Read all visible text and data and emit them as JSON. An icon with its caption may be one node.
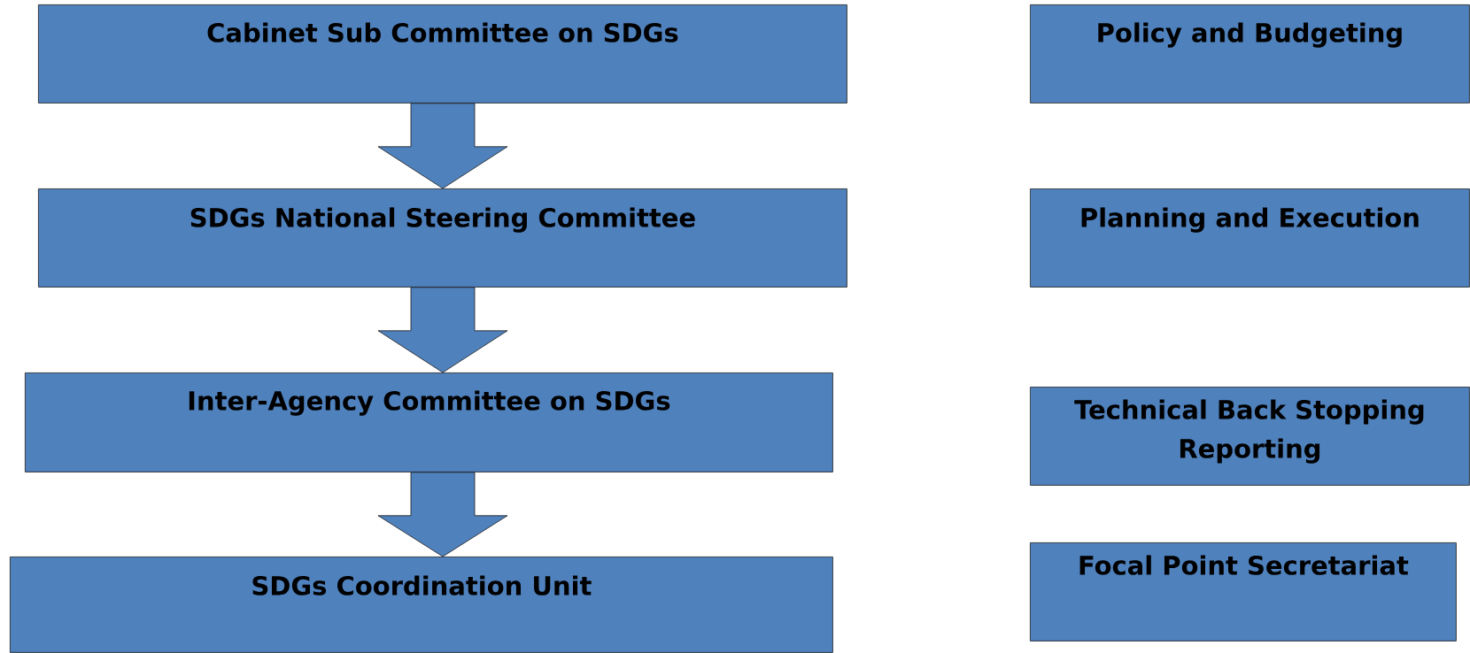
{
  "diagram": {
    "nodes": [
      {
        "text": [
          "Cabinet Sub Committee on SDGs"
        ]
      },
      {
        "text": [
          "SDGs National Steering Committee"
        ]
      },
      {
        "text": [
          "Inter-Agency Committee  on SDGs"
        ]
      },
      {
        "text": [
          "SDGs Coordination Unit"
        ]
      },
      {
        "text": [
          "Policy and Budgeting"
        ]
      },
      {
        "text": [
          "Planning and Execution"
        ]
      },
      {
        "text": [
          "Technical Back Stopping Reporting"
        ]
      },
      {
        "text": [
          "Focal Point Secretariat"
        ]
      }
    ],
    "edges": [
      {
        "from": 0,
        "to": 1,
        "arrow": "to"
      },
      {
        "from": 1,
        "to": 2,
        "arrow": "to"
      },
      {
        "from": 2,
        "to": 3,
        "arrow": "to"
      }
    ]
  }
}
